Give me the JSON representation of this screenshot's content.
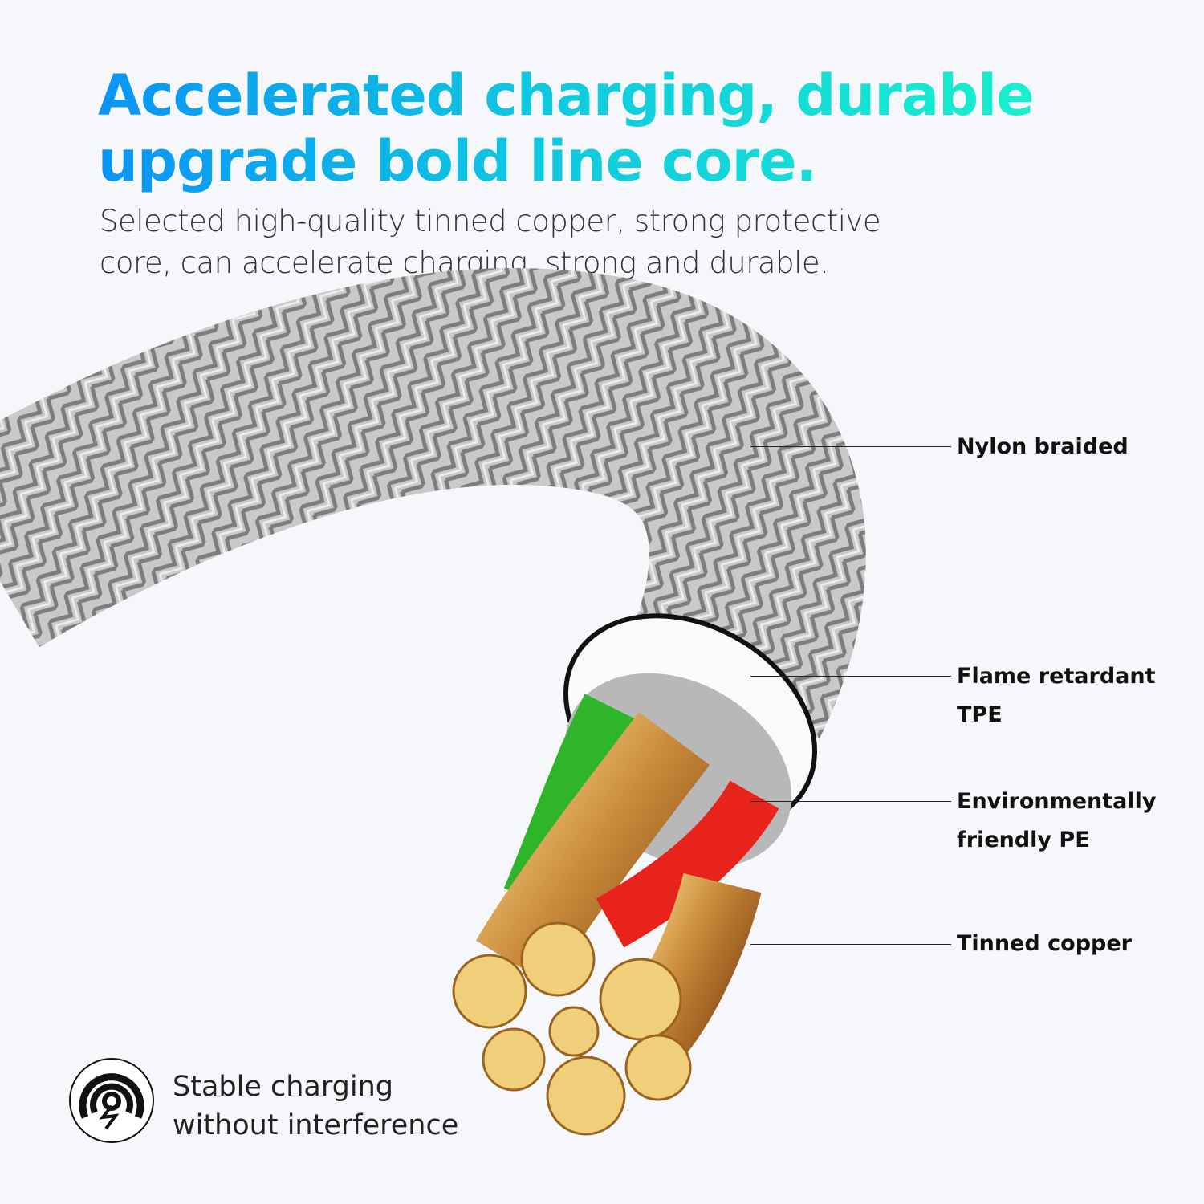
{
  "headline": {
    "line1": "Accelerated charging, durable",
    "line2": "upgrade bold line core."
  },
  "subtitle": {
    "line1": "Selected high-quality tinned copper, strong protective",
    "line2": "core, can accelerate charging, strong and durable."
  },
  "labels": [
    {
      "text": "Nylon braided"
    },
    {
      "text": "Flame retardant TPE"
    },
    {
      "text": "Environmentally",
      "text2": "friendly PE"
    },
    {
      "text": "Tinned copper"
    }
  ],
  "badge": {
    "icon": "signal-lightning-icon",
    "line1": "Stable charging",
    "line2": "without interference"
  },
  "colors": {
    "gradient_start": "#0a94f6",
    "gradient_end": "#18f0cf",
    "wire_green": "#2fb52a",
    "wire_red": "#e8231c",
    "copper": "#e0b25a"
  }
}
